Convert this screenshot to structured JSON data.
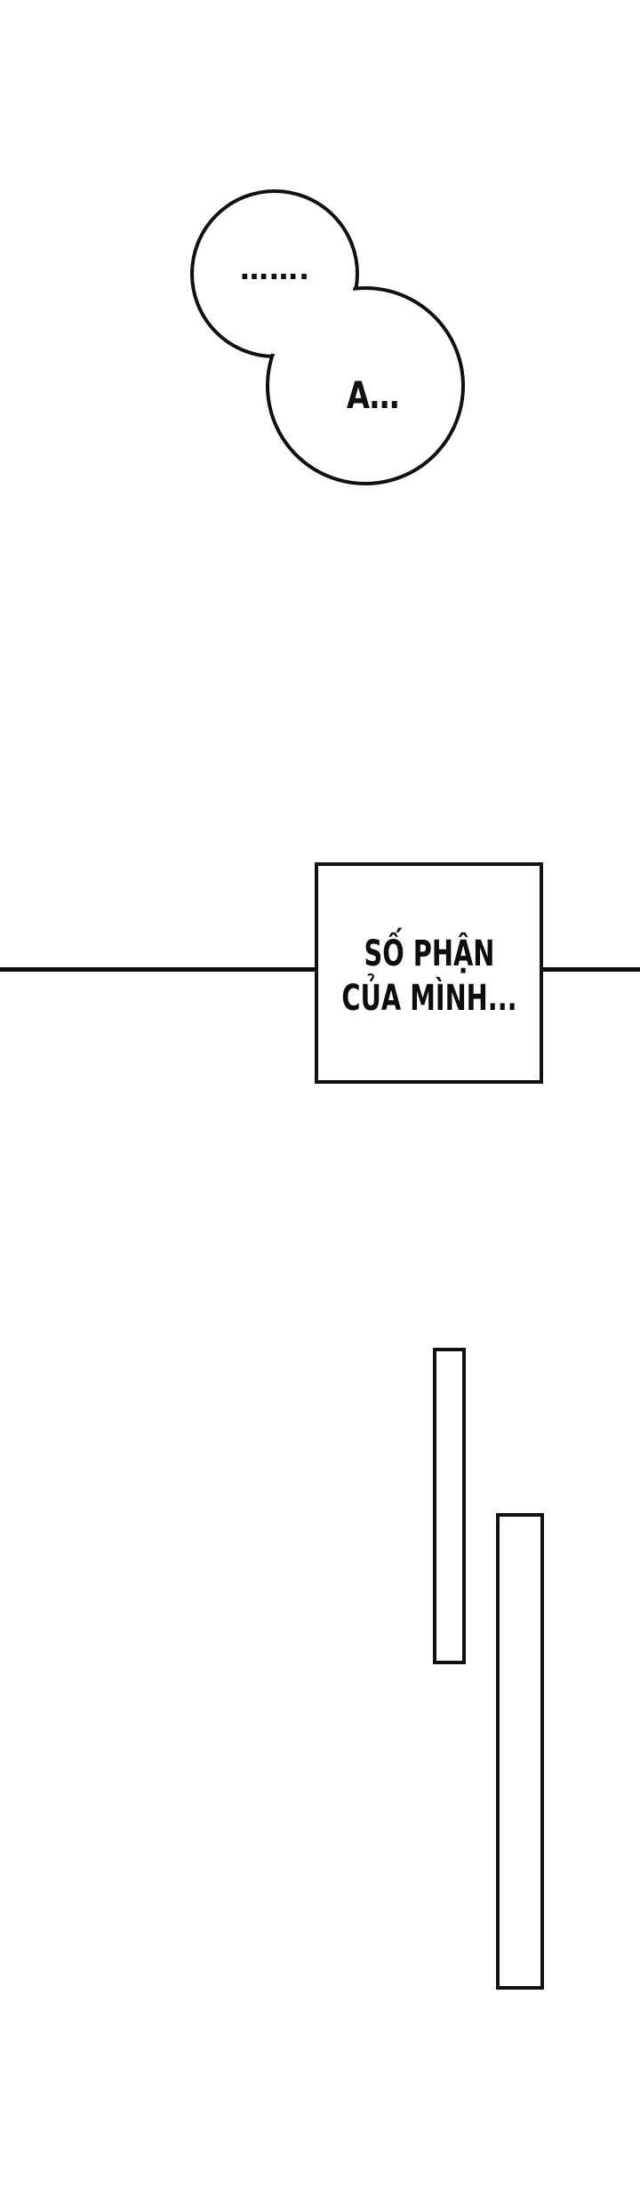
{
  "page": {
    "background_color": "#ffffff",
    "ink_color": "#101010"
  },
  "speech_bubbles": {
    "bubble1_text": "…….",
    "bubble2_text": "A..."
  },
  "caption": {
    "line1": "SỐ PHẬN",
    "line2": "CỦA MÌNH..."
  }
}
